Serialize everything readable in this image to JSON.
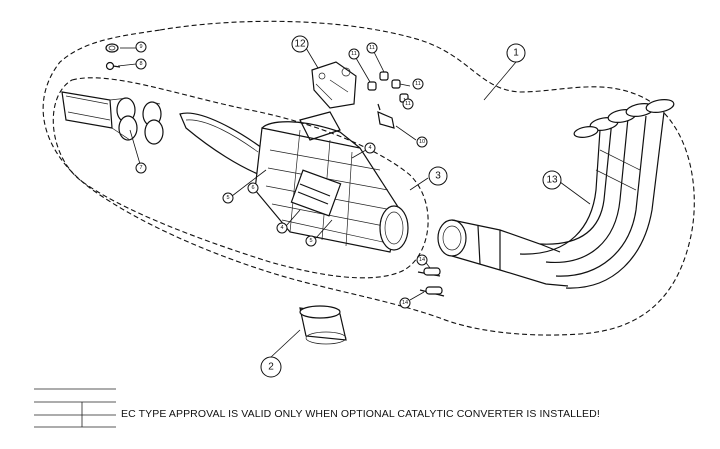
{
  "drawing": {
    "notice": "EC TYPE APPROVAL IS VALID ONLY WHEN OPTIONAL CATALYTIC CONVERTER IS INSTALLED!"
  },
  "callouts": {
    "c1": "1",
    "c2": "2",
    "c3": "3",
    "c4a": "4",
    "c4b": "4",
    "c5a": "5",
    "c5b": "5",
    "c6": "6",
    "c7": "7",
    "c8": "8",
    "c9": "9",
    "c10": "10",
    "c11a": "11",
    "c11b": "11",
    "c11c": "11",
    "c11d": "11",
    "c12": "12",
    "c13": "13",
    "c14a": "14",
    "c14b": "14"
  }
}
